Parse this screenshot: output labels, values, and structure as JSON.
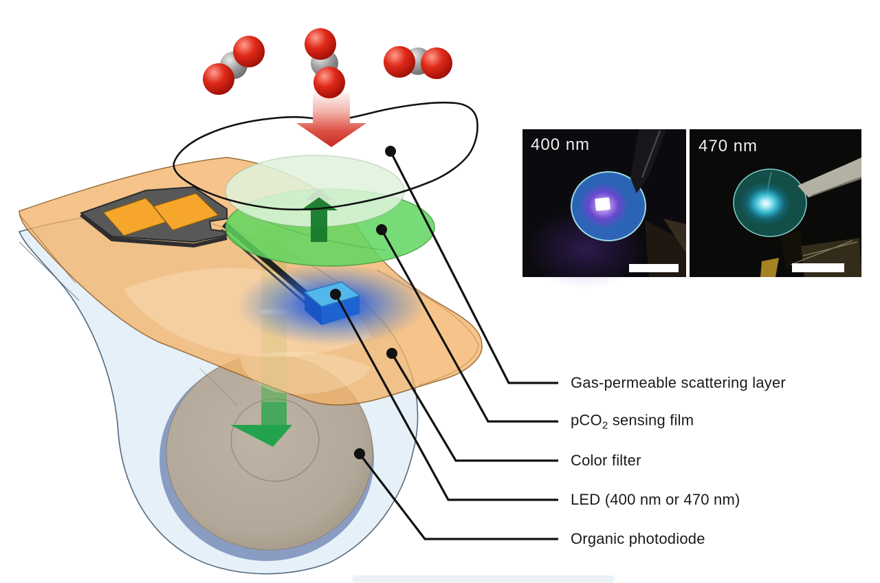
{
  "figure_type": "CO2 sensor device schematic",
  "labels": {
    "gas": "Gas-permeable scattering layer",
    "pco2_prefix": "pCO",
    "pco2_sub": "2",
    "pco2_suffix": " sensing film",
    "color_filter": "Color filter",
    "led": "LED (400 nm or 470 nm)",
    "photodiode": "Organic photodiode"
  },
  "photos": {
    "left": {
      "label": "400 nm"
    },
    "right": {
      "label": "470 nm"
    }
  },
  "molecules": {
    "name": "CO2",
    "count": 3
  },
  "colors": {
    "co2_red": "#d2261a",
    "co2_gray": "#9a9a9a",
    "intake_arrow_red": "#c62a22",
    "sensing_film_green": "#5fd65f",
    "emission_arrow_green": "#157a2a",
    "beam_green": "#1ba24a",
    "filter_orange": "#f3b469",
    "led_blue": "#1e63d2",
    "led_glow_blue": "#1950e1",
    "substrate_blue": "#d0e4f2",
    "photodiode_gray": "#b7ac9e",
    "photodiode_ring_blue": "#7e94bd",
    "leader_black": "#111111",
    "photo_background": "#0a0a0c",
    "uv_glow_purple": "#7b3fd6",
    "cyan_glow": "#38c8e8"
  }
}
